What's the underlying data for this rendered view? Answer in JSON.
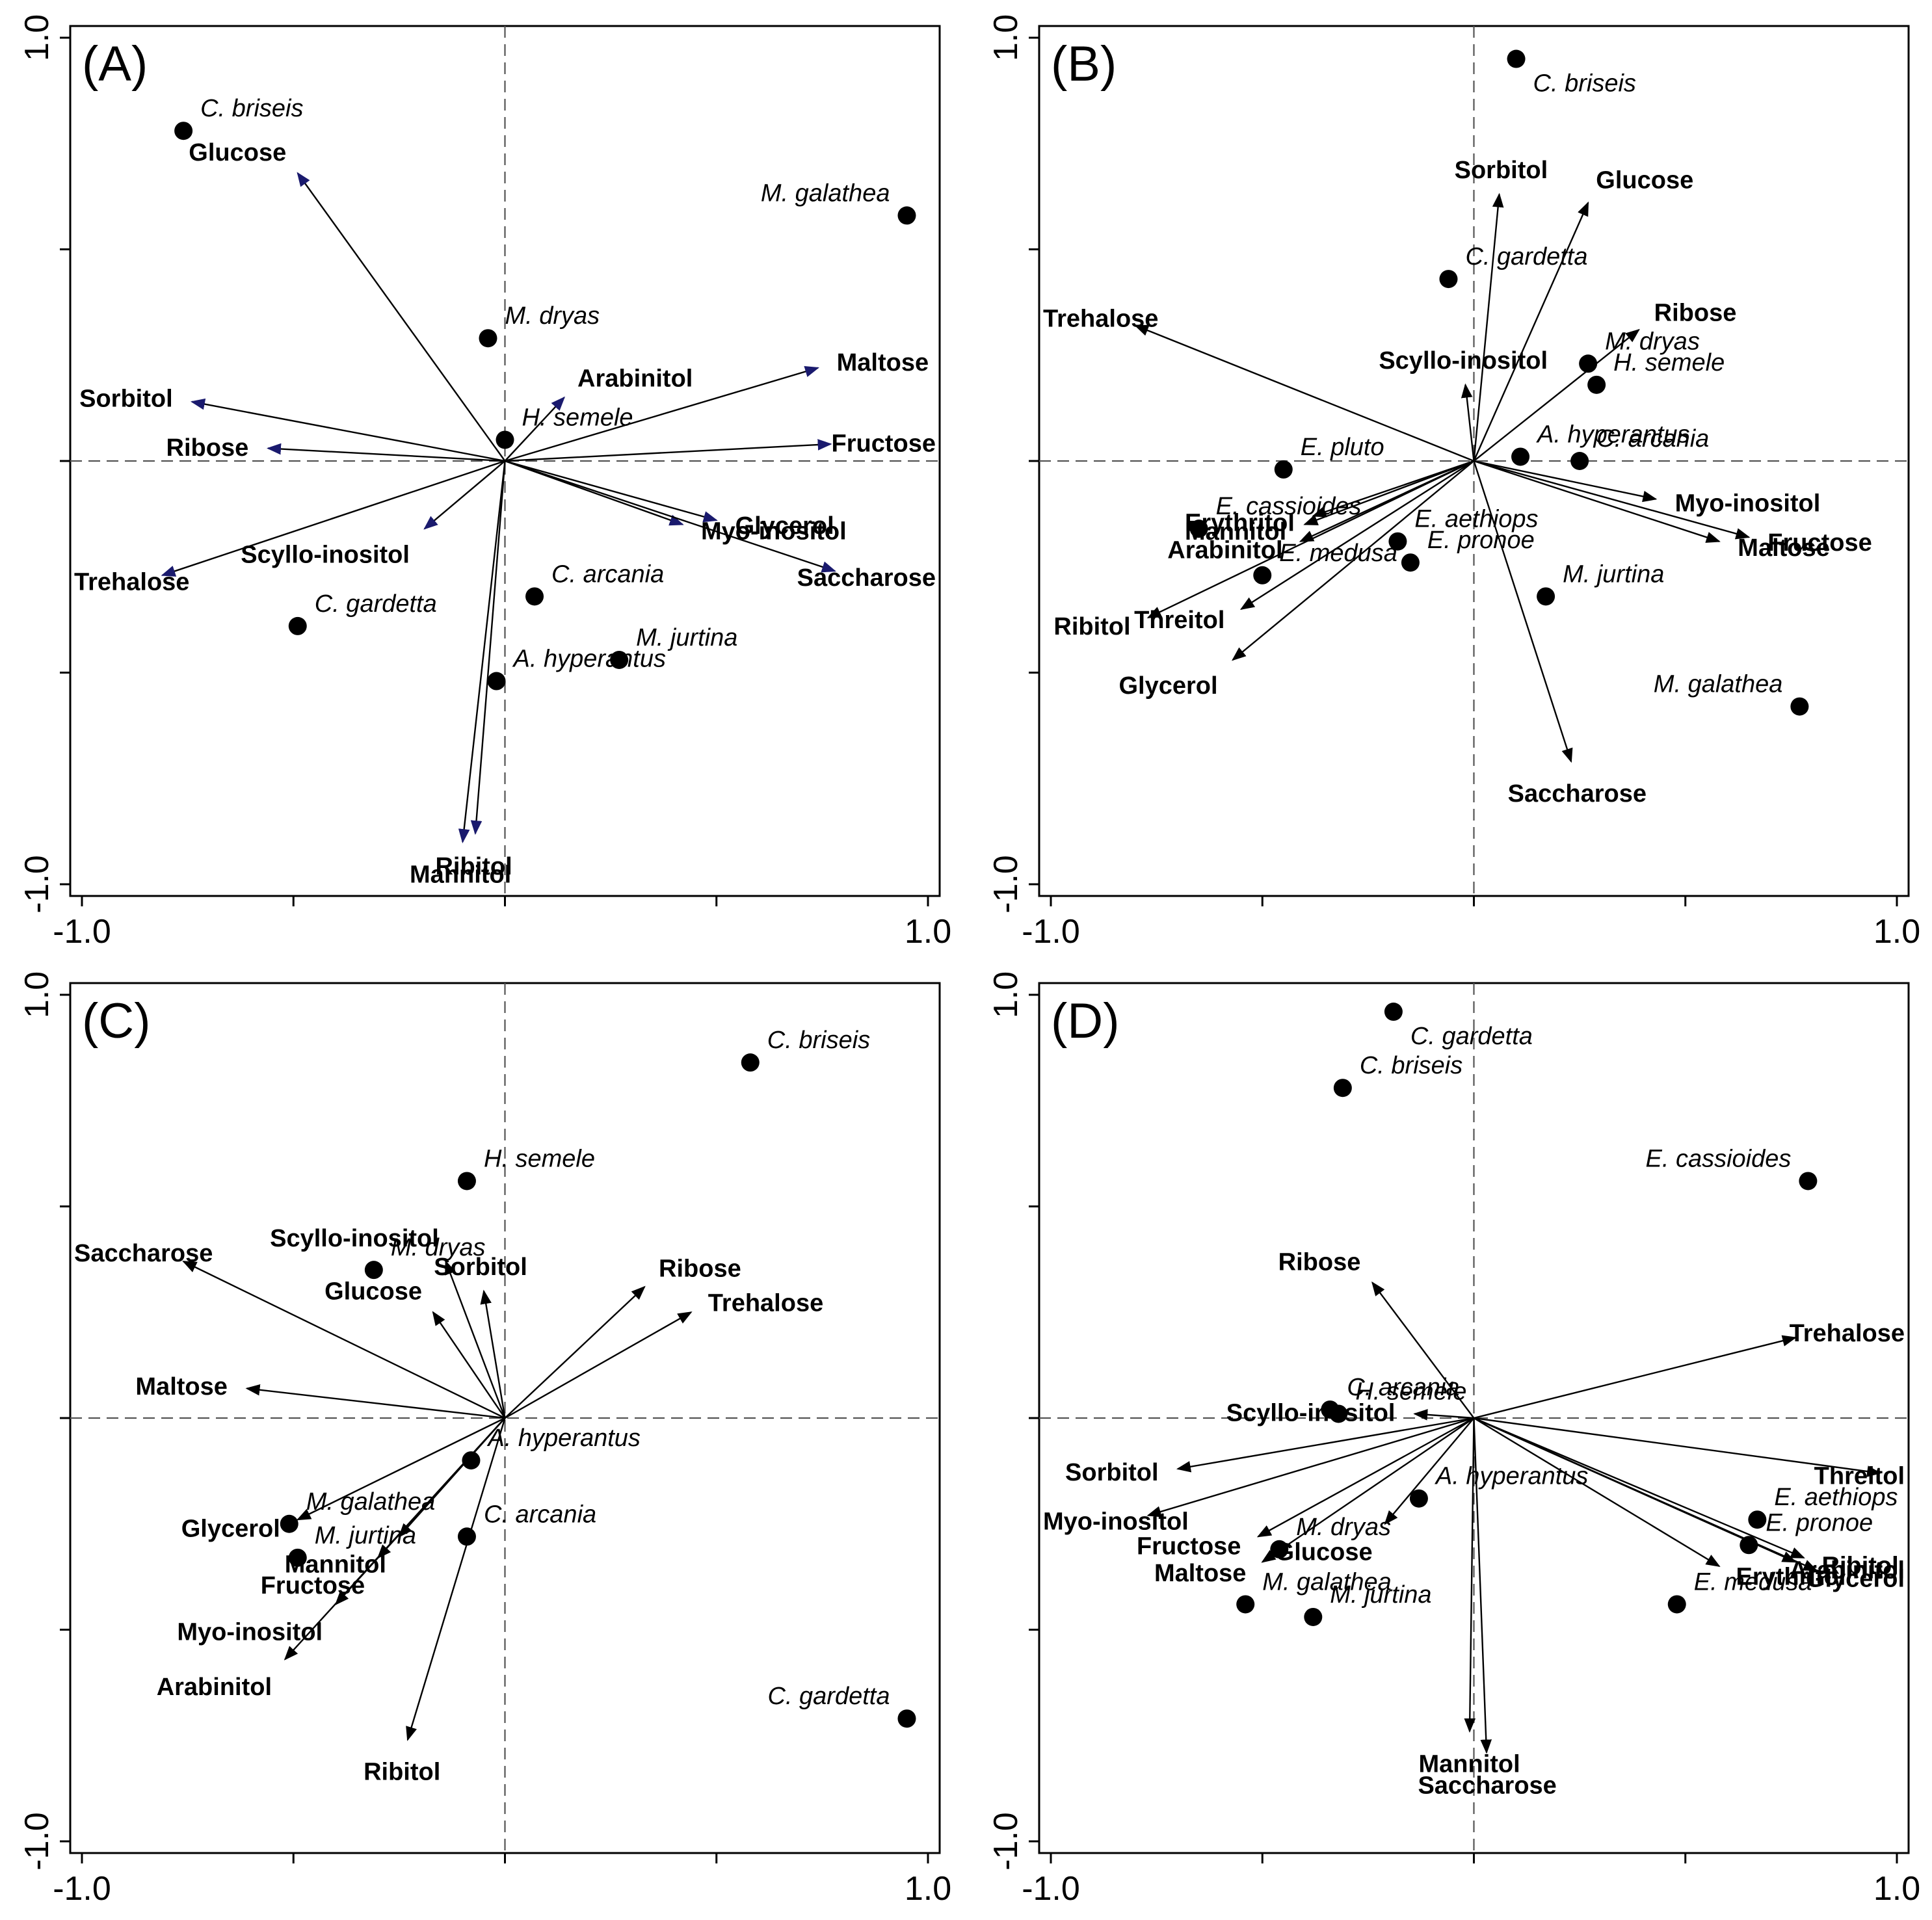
{
  "chart_data": [
    {
      "type": "scatter",
      "panel_label": "(A)",
      "xlim": [
        -1.0,
        1.0
      ],
      "ylim": [
        -1.0,
        1.0
      ],
      "x_tick_labels": [
        "-1.0",
        "1.0"
      ],
      "y_tick_labels": [
        "1.0",
        "-1.0"
      ],
      "zero_lines": true,
      "arrow_color": "#1a1a6e",
      "vectors": [
        {
          "name": "Glucose",
          "x": -0.49,
          "y": 0.68
        },
        {
          "name": "Sorbitol",
          "x": -0.74,
          "y": 0.14
        },
        {
          "name": "Ribose",
          "x": -0.56,
          "y": 0.03
        },
        {
          "name": "Trehalose",
          "x": -0.81,
          "y": -0.27
        },
        {
          "name": "Scyllo-inositol",
          "x": -0.19,
          "y": -0.16
        },
        {
          "name": "Arabinitol",
          "x": 0.14,
          "y": 0.15
        },
        {
          "name": "Maltose",
          "x": 0.74,
          "y": 0.22
        },
        {
          "name": "Fructose",
          "x": 0.77,
          "y": 0.04
        },
        {
          "name": "Glycerol",
          "x": 0.5,
          "y": -0.14
        },
        {
          "name": "Myo-inositol",
          "x": 0.42,
          "y": -0.15
        },
        {
          "name": "Saccharose",
          "x": 0.78,
          "y": -0.26
        },
        {
          "name": "Mannitol",
          "x": -0.1,
          "y": -0.9
        },
        {
          "name": "Ribitol",
          "x": -0.07,
          "y": -0.88
        }
      ],
      "species": [
        {
          "name": "C. briseis",
          "x": -0.76,
          "y": 0.78
        },
        {
          "name": "M. galathea",
          "x": 0.95,
          "y": 0.58
        },
        {
          "name": "M. dryas",
          "x": -0.04,
          "y": 0.29
        },
        {
          "name": "H. semele",
          "x": 0.0,
          "y": 0.05
        },
        {
          "name": "C. gardetta",
          "x": -0.49,
          "y": -0.39
        },
        {
          "name": "C. arcania",
          "x": 0.07,
          "y": -0.32
        },
        {
          "name": "M. jurtina",
          "x": 0.27,
          "y": -0.47
        },
        {
          "name": "A. hyperantus",
          "x": -0.02,
          "y": -0.52
        }
      ]
    },
    {
      "type": "scatter",
      "panel_label": "(B)",
      "xlim": [
        -1.0,
        1.0
      ],
      "ylim": [
        -1.0,
        1.0
      ],
      "x_tick_labels": [
        "-1.0",
        "1.0"
      ],
      "y_tick_labels": [
        "1.0",
        "-1.0"
      ],
      "zero_lines": true,
      "arrow_color": "#000000",
      "vectors": [
        {
          "name": "Sorbitol",
          "x": 0.06,
          "y": 0.63
        },
        {
          "name": "Glucose",
          "x": 0.27,
          "y": 0.61
        },
        {
          "name": "Trehalose",
          "x": -0.8,
          "y": 0.32
        },
        {
          "name": "Ribose",
          "x": 0.39,
          "y": 0.31
        },
        {
          "name": "Scyllo-inositol",
          "x": -0.02,
          "y": 0.18
        },
        {
          "name": "Erythritol",
          "x": -0.38,
          "y": -0.13
        },
        {
          "name": "Mannitol",
          "x": -0.4,
          "y": -0.15
        },
        {
          "name": "Arabinitol",
          "x": -0.41,
          "y": -0.19
        },
        {
          "name": "Ribitol",
          "x": -0.77,
          "y": -0.37
        },
        {
          "name": "Threitol",
          "x": -0.55,
          "y": -0.35
        },
        {
          "name": "Glycerol",
          "x": -0.57,
          "y": -0.47
        },
        {
          "name": "Myo-inositol",
          "x": 0.43,
          "y": -0.09
        },
        {
          "name": "Fructose",
          "x": 0.65,
          "y": -0.18
        },
        {
          "name": "Maltose",
          "x": 0.58,
          "y": -0.19
        },
        {
          "name": "Saccharose",
          "x": 0.23,
          "y": -0.71
        }
      ],
      "species": [
        {
          "name": "C. briseis",
          "x": 0.1,
          "y": 0.95
        },
        {
          "name": "C. gardetta",
          "x": -0.06,
          "y": 0.43
        },
        {
          "name": "M. dryas",
          "x": 0.27,
          "y": 0.23
        },
        {
          "name": "H. semele",
          "x": 0.29,
          "y": 0.18
        },
        {
          "name": "A. hyperantus",
          "x": 0.11,
          "y": 0.01
        },
        {
          "name": "C. arcania",
          "x": 0.25,
          "y": 0.0
        },
        {
          "name": "E. pluto",
          "x": -0.45,
          "y": -0.02
        },
        {
          "name": "E. cassioides",
          "x": -0.65,
          "y": -0.16
        },
        {
          "name": "E. medusa",
          "x": -0.5,
          "y": -0.27
        },
        {
          "name": "E. aethiops",
          "x": -0.18,
          "y": -0.19
        },
        {
          "name": "E. pronoe",
          "x": -0.15,
          "y": -0.24
        },
        {
          "name": "M. jurtina",
          "x": 0.17,
          "y": -0.32
        },
        {
          "name": "M. galathea",
          "x": 0.77,
          "y": -0.58
        }
      ]
    },
    {
      "type": "scatter",
      "panel_label": "(C)",
      "xlim": [
        -1.0,
        1.0
      ],
      "ylim": [
        -1.0,
        1.0
      ],
      "x_tick_labels": [
        "-1.0",
        "1.0"
      ],
      "y_tick_labels": [
        "1.0",
        "-1.0"
      ],
      "zero_lines": true,
      "arrow_color": "#000000",
      "vectors": [
        {
          "name": "Saccharose",
          "x": -0.76,
          "y": 0.37
        },
        {
          "name": "Scyllo-inositol",
          "x": -0.14,
          "y": 0.37
        },
        {
          "name": "Glucose",
          "x": -0.17,
          "y": 0.25
        },
        {
          "name": "Sorbitol",
          "x": -0.05,
          "y": 0.3
        },
        {
          "name": "Ribose",
          "x": 0.33,
          "y": 0.31
        },
        {
          "name": "Trehalose",
          "x": 0.44,
          "y": 0.25
        },
        {
          "name": "Maltose",
          "x": -0.61,
          "y": 0.07
        },
        {
          "name": "Glycerol",
          "x": -0.49,
          "y": -0.24
        },
        {
          "name": "Arabinitol",
          "x": -0.52,
          "y": -0.57
        },
        {
          "name": "Myo-inositol",
          "x": -0.4,
          "y": -0.44
        },
        {
          "name": "Fructose",
          "x": -0.3,
          "y": -0.33
        },
        {
          "name": "Mannitol",
          "x": -0.25,
          "y": -0.28
        },
        {
          "name": "Ribitol",
          "x": -0.23,
          "y": -0.76
        }
      ],
      "species": [
        {
          "name": "C. briseis",
          "x": 0.58,
          "y": 0.84
        },
        {
          "name": "H. semele",
          "x": -0.09,
          "y": 0.56
        },
        {
          "name": "M. dryas",
          "x": -0.31,
          "y": 0.35
        },
        {
          "name": "A. hyperantus",
          "x": -0.08,
          "y": -0.1
        },
        {
          "name": "C. arcania",
          "x": -0.09,
          "y": -0.28
        },
        {
          "name": "M. galathea",
          "x": -0.51,
          "y": -0.25
        },
        {
          "name": "M. jurtina",
          "x": -0.49,
          "y": -0.33
        },
        {
          "name": "C. gardetta",
          "x": 0.95,
          "y": -0.71
        }
      ]
    },
    {
      "type": "scatter",
      "panel_label": "(D)",
      "xlim": [
        -1.0,
        1.0
      ],
      "ylim": [
        -1.0,
        1.0
      ],
      "x_tick_labels": [
        "-1.0",
        "1.0"
      ],
      "y_tick_labels": [
        "1.0",
        "-1.0"
      ],
      "zero_lines": true,
      "arrow_color": "#000000",
      "vectors": [
        {
          "name": "Ribose",
          "x": -0.24,
          "y": 0.32
        },
        {
          "name": "Trehalose",
          "x": 0.76,
          "y": 0.19
        },
        {
          "name": "Scyllo-inositol",
          "x": -0.14,
          "y": 0.01
        },
        {
          "name": "Threitol",
          "x": 0.96,
          "y": -0.13
        },
        {
          "name": "Sorbitol",
          "x": -0.7,
          "y": -0.12
        },
        {
          "name": "Myo-inositol",
          "x": -0.77,
          "y": -0.23
        },
        {
          "name": "Fructose",
          "x": -0.51,
          "y": -0.28
        },
        {
          "name": "Maltose",
          "x": -0.5,
          "y": -0.34
        },
        {
          "name": "Glucose",
          "x": -0.21,
          "y": -0.25
        },
        {
          "name": "Ribitol",
          "x": 0.78,
          "y": -0.33
        },
        {
          "name": "Erythritol",
          "x": 0.58,
          "y": -0.35
        },
        {
          "name": "Glycerol",
          "x": 0.81,
          "y": -0.36
        },
        {
          "name": "Arabinitol",
          "x": 0.76,
          "y": -0.34
        },
        {
          "name": "Mannitol",
          "x": -0.01,
          "y": -0.74
        },
        {
          "name": "Saccharose",
          "x": 0.03,
          "y": -0.79
        }
      ],
      "species": [
        {
          "name": "C. gardetta",
          "x": -0.19,
          "y": 0.96
        },
        {
          "name": "C. briseis",
          "x": -0.31,
          "y": 0.78
        },
        {
          "name": "E. cassioides",
          "x": 0.79,
          "y": 0.56
        },
        {
          "name": "C. arcania",
          "x": -0.34,
          "y": 0.02
        },
        {
          "name": "H. semele",
          "x": -0.32,
          "y": 0.01
        },
        {
          "name": "E. aethiops",
          "x": 0.67,
          "y": -0.24
        },
        {
          "name": "E. pronoe",
          "x": 0.65,
          "y": -0.3
        },
        {
          "name": "E. medusa",
          "x": 0.48,
          "y": -0.44
        },
        {
          "name": "A. hyperantus",
          "x": -0.13,
          "y": -0.19
        },
        {
          "name": "M. dryas",
          "x": -0.46,
          "y": -0.31
        },
        {
          "name": "M. jurtina",
          "x": -0.38,
          "y": -0.47
        },
        {
          "name": "M. galathea",
          "x": -0.54,
          "y": -0.44
        }
      ]
    }
  ]
}
